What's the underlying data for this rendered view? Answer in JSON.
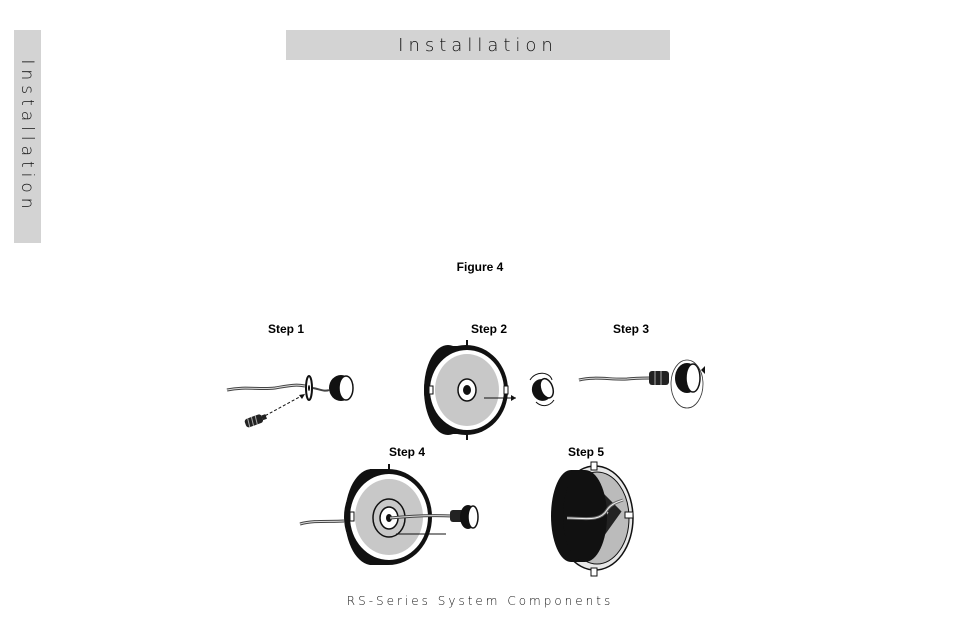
{
  "side_tab": {
    "text": "Installation"
  },
  "header": {
    "title": "Installation"
  },
  "figure": {
    "caption": "Figure 4",
    "steps": [
      {
        "label": "Step 1"
      },
      {
        "label": "Step 2"
      },
      {
        "label": "Step 3"
      },
      {
        "label": "Step 4"
      },
      {
        "label": "Step 5"
      }
    ]
  },
  "footer": {
    "text": "RS-Series System Components"
  }
}
